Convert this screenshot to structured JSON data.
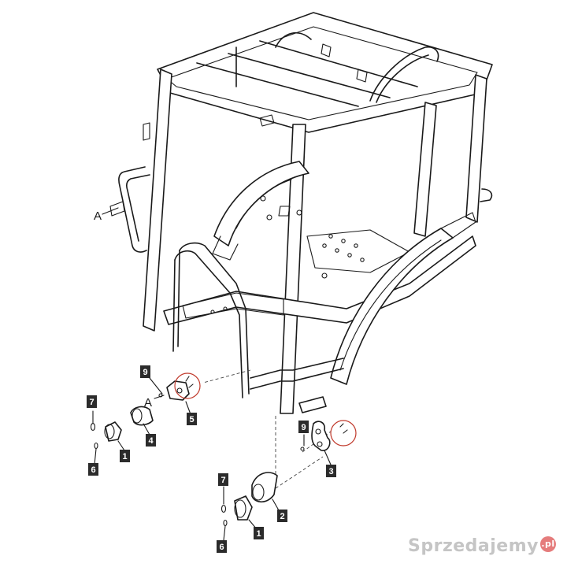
{
  "callouts": {
    "left_group": {
      "p9": "9",
      "p5": "5",
      "p4": "4",
      "p7": "7",
      "p1": "1",
      "p6": "6",
      "ref_a": "A"
    },
    "right_group": {
      "p9": "9",
      "p3": "3"
    },
    "bottom_group": {
      "p7": "7",
      "p2": "2",
      "p1": "1",
      "p6": "6"
    },
    "frame_ref": {
      "ref_a": "A"
    }
  },
  "watermark": {
    "text": "Sprzedajemy",
    "suffix": ".pl"
  },
  "colors": {
    "line": "#1a1a1a",
    "highlight": "#c0392b",
    "badge": "#2b2b2b"
  }
}
